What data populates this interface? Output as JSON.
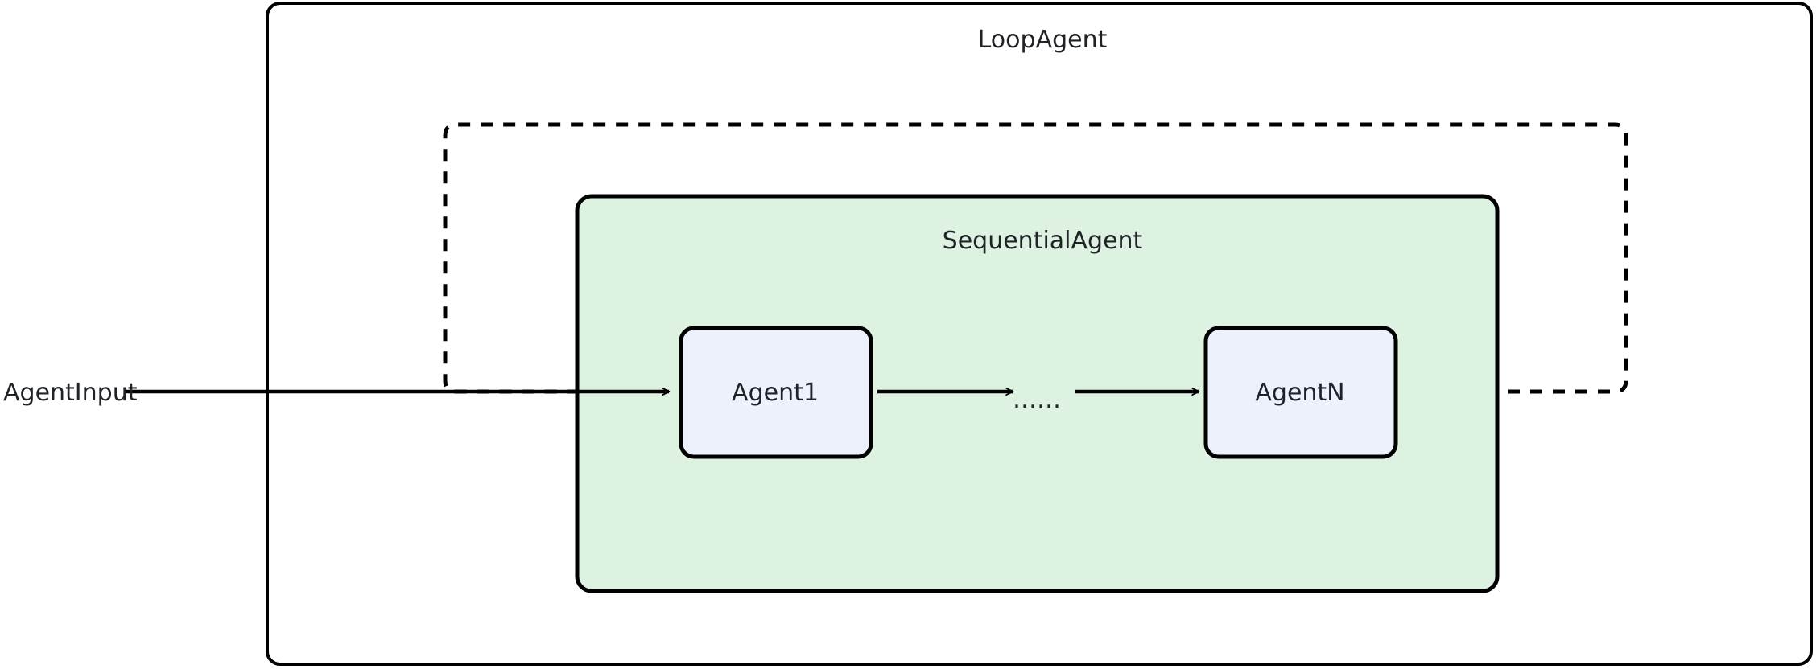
{
  "diagram": {
    "title": "LoopAgent",
    "type": "agent-orchestration-flow",
    "containers": [
      {
        "id": "loop-agent",
        "label": "LoopAgent",
        "shape": "rounded-rect",
        "fill": "#ffffff",
        "stroke": "#000000"
      },
      {
        "id": "sequential-agent",
        "label": "SequentialAgent",
        "shape": "rounded-rect",
        "fill": "#ddf2e1",
        "stroke": "#000000"
      }
    ],
    "nodes": [
      {
        "id": "agent1",
        "label": "Agent1",
        "shape": "rounded-rect",
        "fill": "#edf1fb",
        "stroke": "#000000"
      },
      {
        "id": "agentn",
        "label": "AgentN",
        "shape": "rounded-rect",
        "fill": "#edf1fb",
        "stroke": "#000000"
      }
    ],
    "labels": {
      "input": "AgentInput",
      "ellipsis": "……"
    },
    "edges": [
      {
        "id": "input-to-agent1",
        "from": "AgentInput",
        "to": "Agent1",
        "style": "solid",
        "arrow": true
      },
      {
        "id": "agent1-to-ellipsis",
        "from": "Agent1",
        "to": "……",
        "style": "solid",
        "arrow": true
      },
      {
        "id": "ellipsis-to-agentn",
        "from": "……",
        "to": "AgentN",
        "style": "solid",
        "arrow": true
      },
      {
        "id": "agentn-loopback-to-agent1",
        "from": "AgentN",
        "to": "Agent1",
        "style": "dashed",
        "arrow": true
      }
    ],
    "colors": {
      "stroke": "#000000",
      "text": "#1f2328",
      "sequential_fill": "#ddf2e1",
      "agent_fill": "#edf1fb",
      "background": "#ffffff"
    }
  }
}
